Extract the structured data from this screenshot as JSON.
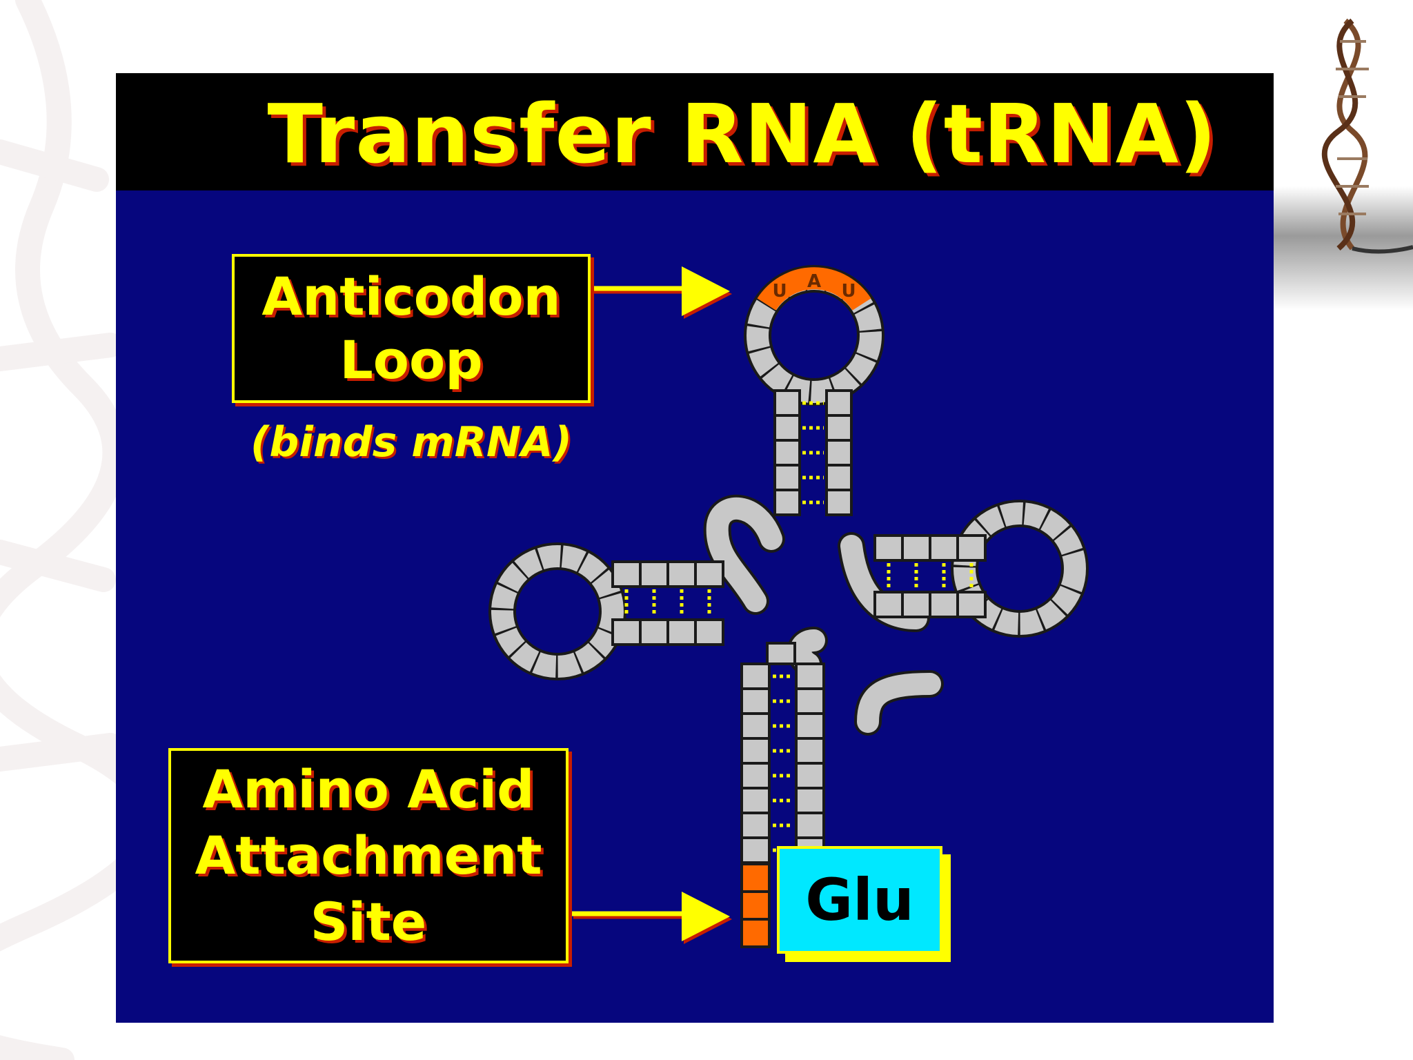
{
  "slide": {
    "title": "Transfer RNA  (tRNA)",
    "anticodon_label": {
      "line1": "Anticodon",
      "line2": "Loop"
    },
    "anticodon_note": "(binds mRNA)",
    "amino_label": {
      "line1": "Amino Acid",
      "line2": "Attachment",
      "line3": "Site"
    },
    "anticodon_bases": [
      "U",
      "A",
      "U"
    ],
    "amino_acid": "Glu"
  },
  "colors": {
    "panel_background": "#06067e",
    "title_bar": "#000000",
    "label_text": "#ffff00",
    "label_shadow": "#c81e00",
    "rna_base": "#c8c8c8",
    "anticodon_highlight": "#ff6a00",
    "amino_acid_box": "#00e8ff",
    "base_pair_dots": "#ffff00"
  },
  "icons": {
    "right_arrow": "right-arrow-icon",
    "dna_helix": "dna-helix-icon"
  }
}
